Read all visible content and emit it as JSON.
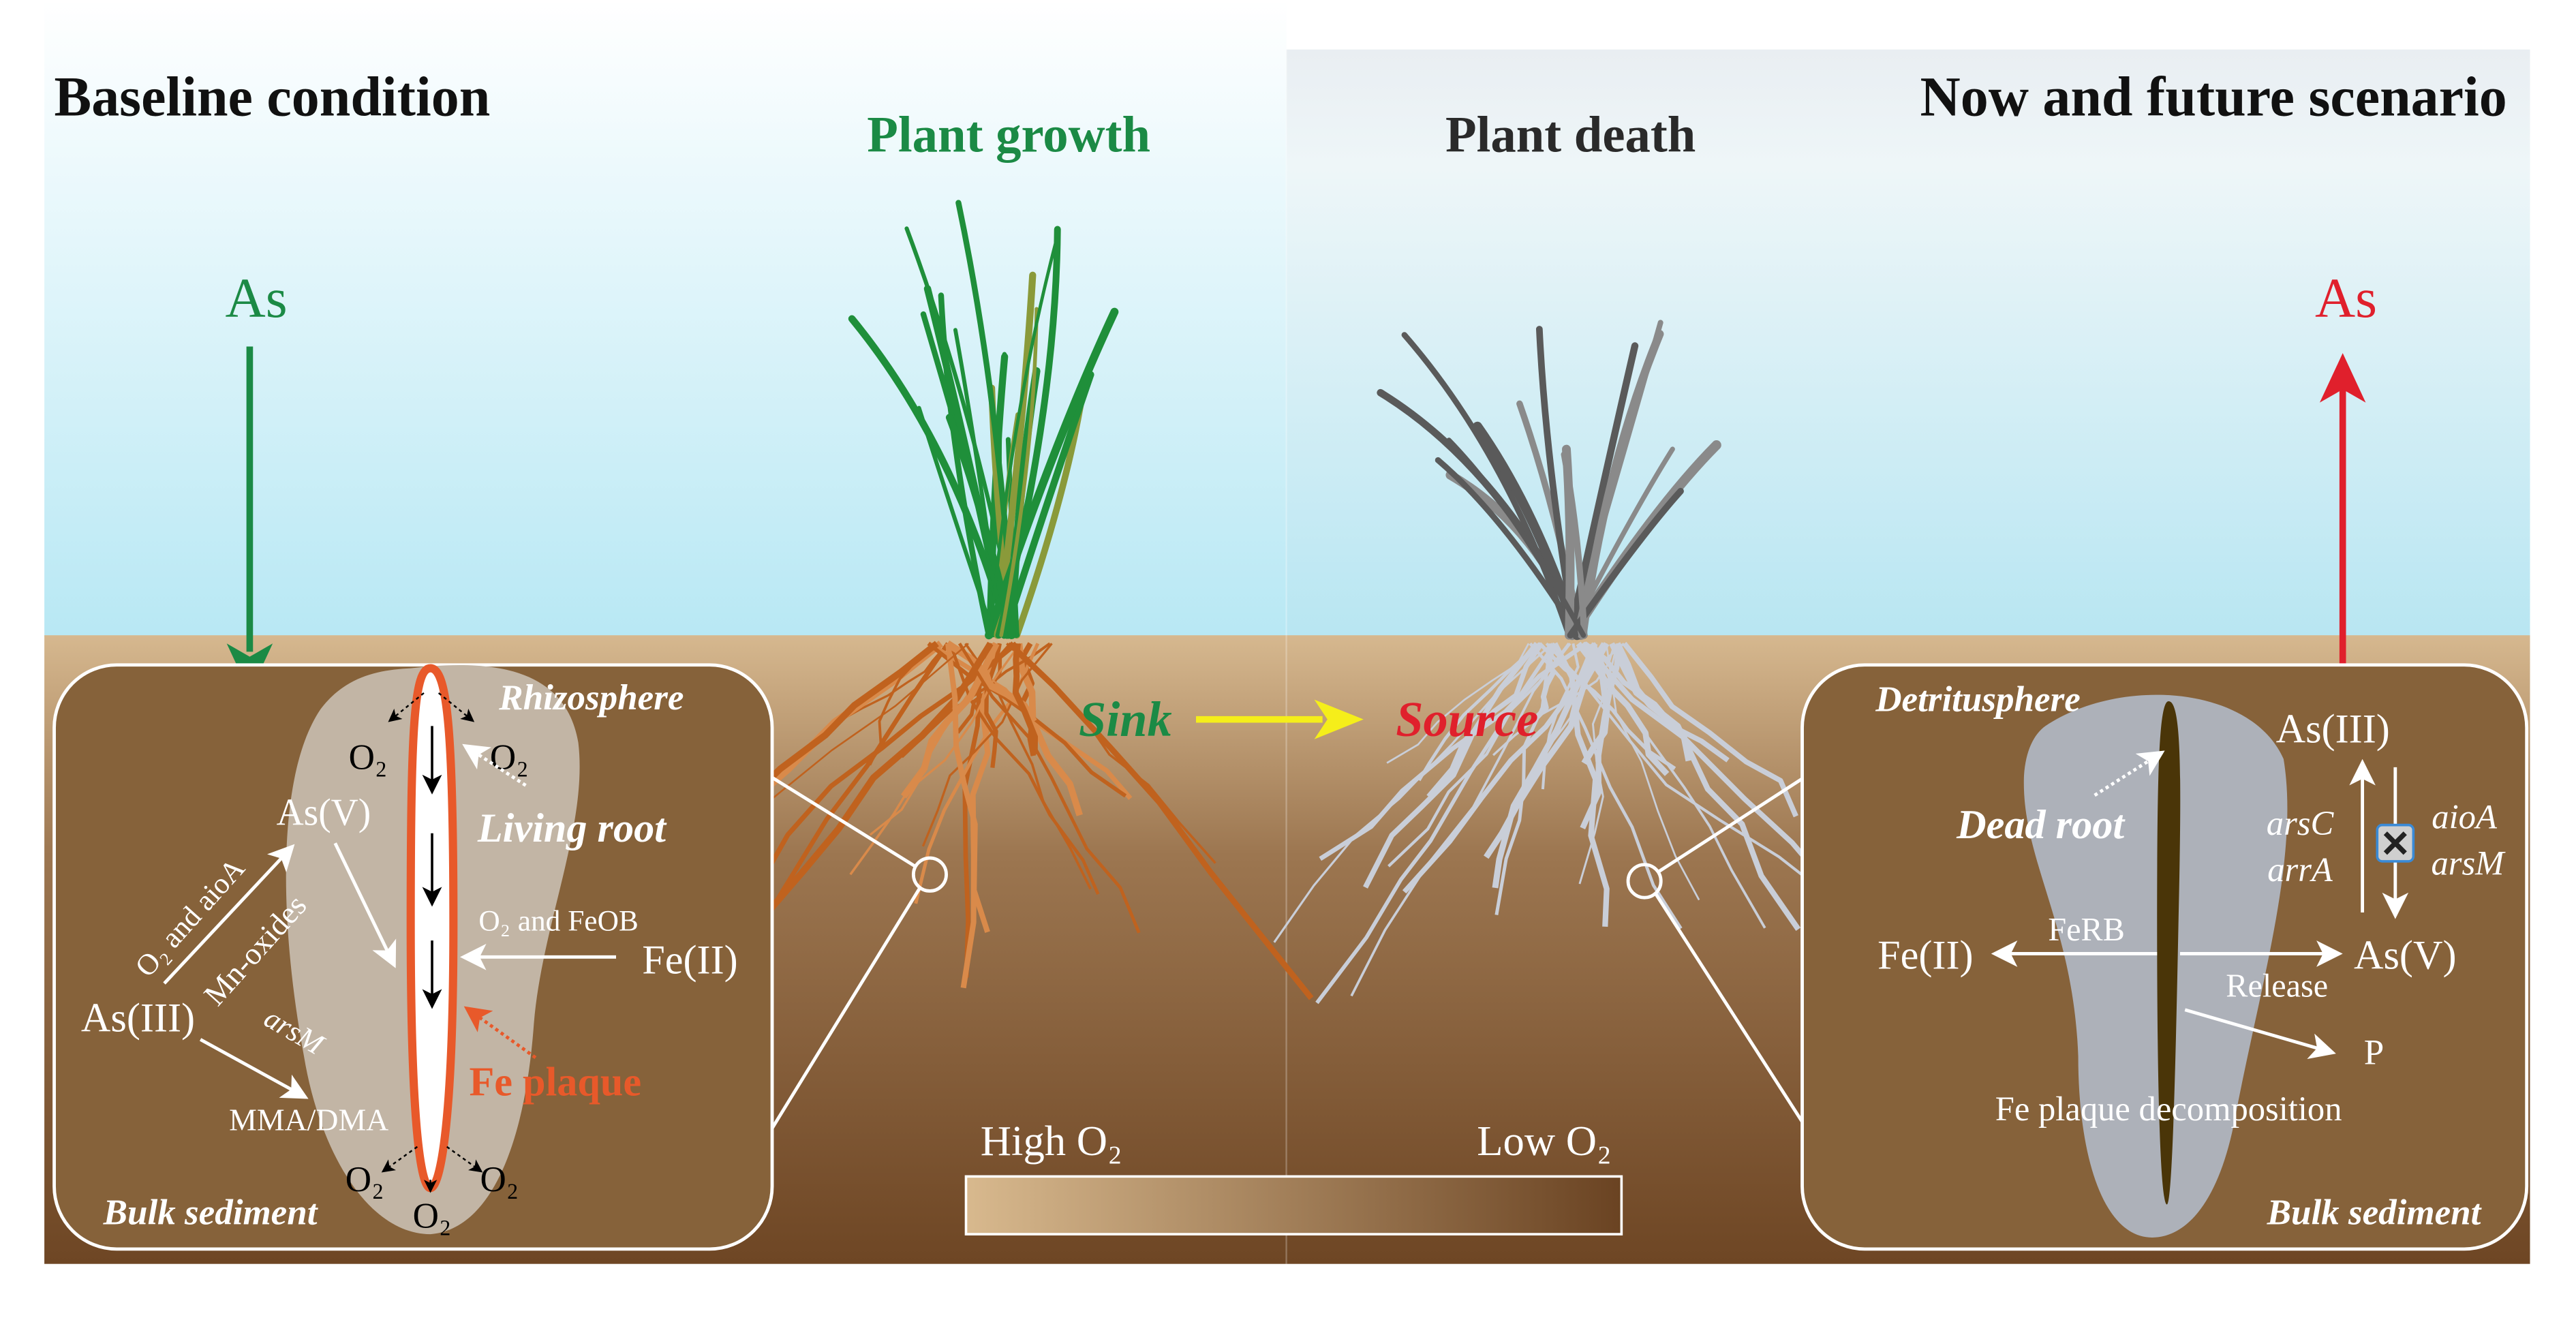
{
  "titles": {
    "baseline": "Baseline condition",
    "future": "Now and future scenario",
    "plant_growth": "Plant growth",
    "plant_death": "Plant death"
  },
  "flux": {
    "as_in": "As",
    "as_out": "As",
    "sink": "Sink",
    "source": "Source"
  },
  "oxygen_bar": {
    "high": "High O₂",
    "low": "Low O₂"
  },
  "left_panel": {
    "rhizosphere": "Rhizosphere",
    "living_root": "Living root",
    "o2": "O₂",
    "as_v": "As(V)",
    "as_iii": "As(III)",
    "o2_aioa": "O₂ and aioA",
    "mn_oxides": "Mn-oxides",
    "arsm": "arsM",
    "mma_dma": "MMA/DMA",
    "o2_feob": "O₂ and FeOB",
    "fe_ii": "Fe(II)",
    "fe_plaque": "Fe plaque",
    "bulk_sediment": "Bulk sediment"
  },
  "right_panel": {
    "detritusphere": "Detritusphere",
    "dead_root": "Dead root",
    "as_iii": "As(III)",
    "as_v": "As(V)",
    "arsc": "arsC",
    "arra": "arrA",
    "aioa": "aioA",
    "arsm": "arsM",
    "ferb": "FeRB",
    "fe_ii": "Fe(II)",
    "release": "Release",
    "p": "P",
    "decomposition": "Fe plaque decomposition",
    "bulk_sediment": "Bulk sediment"
  },
  "colors": {
    "green": "#1b8a45",
    "red": "#e0202c",
    "orange": "#e8592a",
    "yellow": "#f5ee1a",
    "soil": "#86623a",
    "sky": "#bfeaf5"
  }
}
